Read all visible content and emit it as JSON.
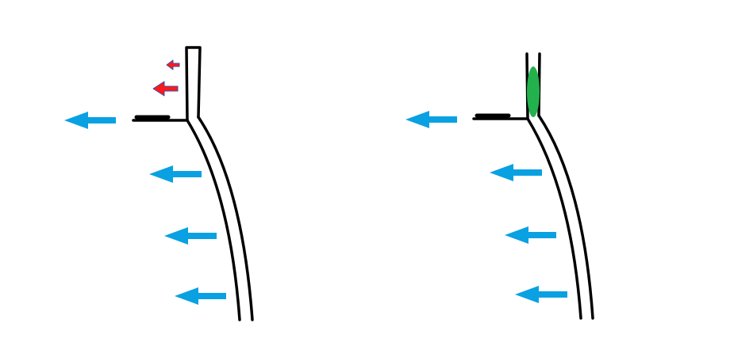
{
  "colors": {
    "background": "#ffffff",
    "outline": "#000000",
    "flow_arrow": "#0aa1e2",
    "force_arrow": "#ff1a1a",
    "force_arrow_edge": "#3b4fa8",
    "seal": "#23b14d"
  },
  "panels": [
    {
      "name": "left-panel",
      "flow_arrows": 4,
      "force_arrows": 2,
      "has_seal": false
    },
    {
      "name": "right-panel",
      "flow_arrows": 4,
      "force_arrows": 0,
      "has_seal": true
    }
  ]
}
